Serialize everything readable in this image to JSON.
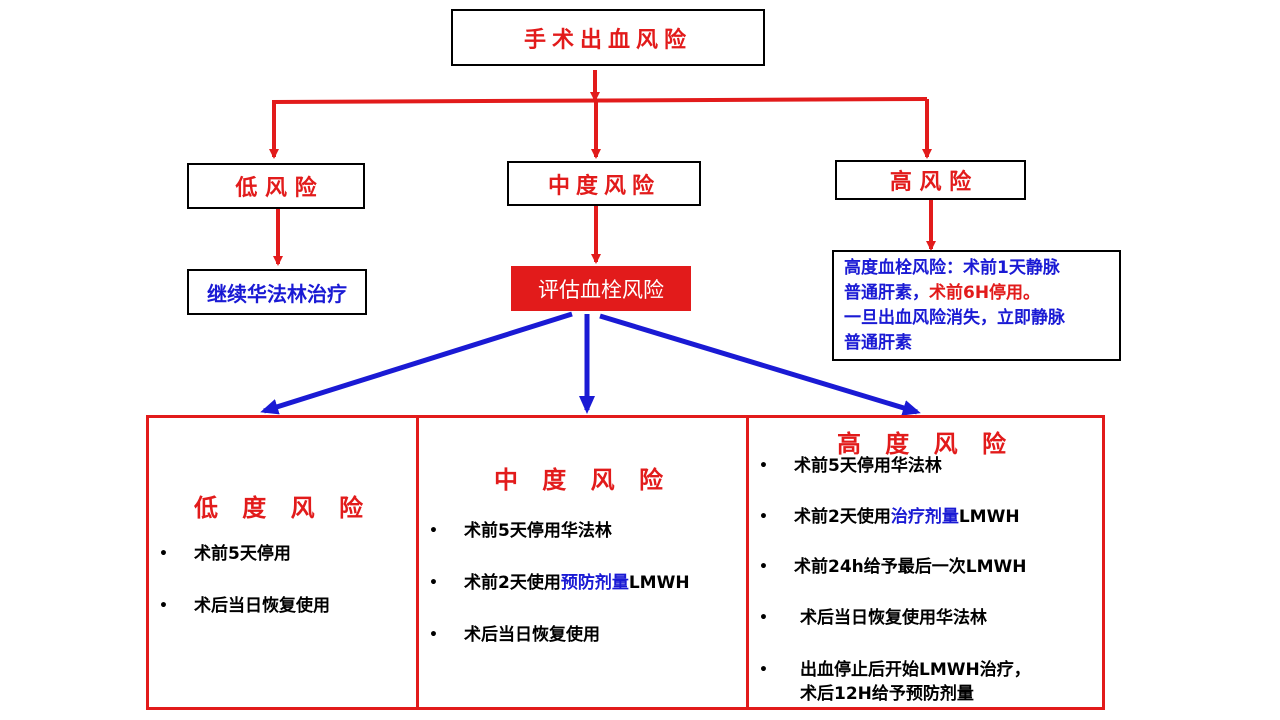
{
  "top": {
    "title": "手术出血风险"
  },
  "risk_levels": {
    "low": "低 风 险",
    "medium": "中度风险",
    "high": "高 风 险"
  },
  "outcomes": {
    "low": "继续华法林治疗",
    "medium": "评估血栓风险",
    "high": {
      "part1": "高度血栓风险：术前1天静脉",
      "part2": "普通肝素，",
      "part3": "术前6H停用。",
      "part4": "一旦出血风险消失，立即静脉",
      "part5": "普通肝素"
    }
  },
  "panels": {
    "low": {
      "title": "低 度 风 险",
      "items": [
        "术前5天停用",
        "术后当日恢复使用"
      ]
    },
    "medium": {
      "title": "中 度 风 险",
      "item1": "术前5天停用华法林",
      "item2_pre": "术前2天使用",
      "item2_hl": "预防剂量",
      "item2_post": "LMWH",
      "item3": "术后当日恢复使用"
    },
    "high": {
      "title": "高 度 风 险",
      "item1": "术前5天停用华法林",
      "item2_pre": "术前2天使用",
      "item2_hl": "治疗剂量",
      "item2_post": "LMWH",
      "item3": "术前24h给予最后一次LMWH",
      "item4": "术后当日恢复使用华法林",
      "item5_line1": "出血停止后开始LMWH治疗，",
      "item5_line2": "术后12H给予预防剂量"
    }
  },
  "colors": {
    "red": "#e21b1b",
    "blue": "#1a1ad4",
    "border": "#000000"
  }
}
